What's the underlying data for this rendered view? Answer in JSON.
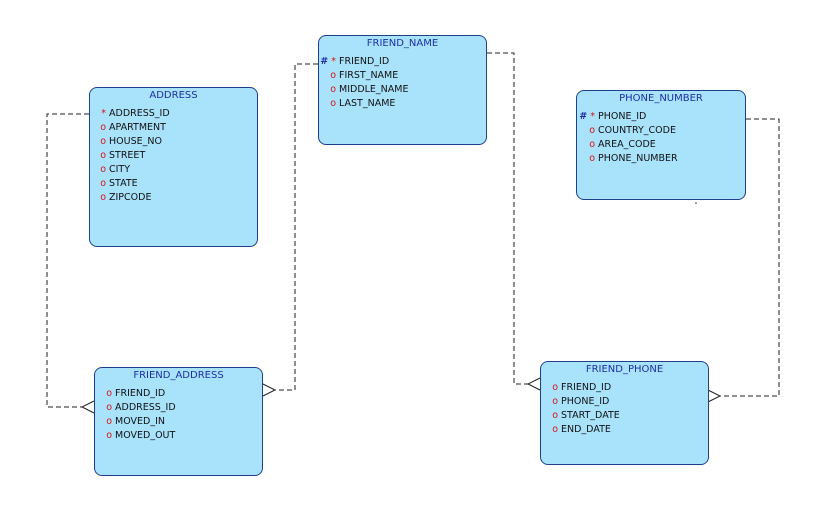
{
  "entities": [
    {
      "id": "address",
      "title": "ADDRESS",
      "attributes": [
        {
          "prefix": "*",
          "name": "ADDRESS_ID"
        },
        {
          "prefix": "o",
          "name": "APARTMENT"
        },
        {
          "prefix": "o",
          "name": "HOUSE_NO"
        },
        {
          "prefix": "o",
          "name": "STREET"
        },
        {
          "prefix": "o",
          "name": "CITY"
        },
        {
          "prefix": "o",
          "name": "STATE"
        },
        {
          "prefix": "o",
          "name": "ZIPCODE"
        }
      ]
    },
    {
      "id": "friend-name",
      "title": "FRIEND_NAME",
      "attributes": [
        {
          "prefix": "# *",
          "name": "FRIEND_ID"
        },
        {
          "prefix": "o",
          "name": "FIRST_NAME"
        },
        {
          "prefix": "o",
          "name": "MIDDLE_NAME"
        },
        {
          "prefix": "o",
          "name": "LAST_NAME"
        }
      ]
    },
    {
      "id": "phone-number",
      "title": "PHONE_NUMBER",
      "attributes": [
        {
          "prefix": "# *",
          "name": "PHONE_ID"
        },
        {
          "prefix": "o",
          "name": "COUNTRY_CODE"
        },
        {
          "prefix": "o",
          "name": "AREA_CODE"
        },
        {
          "prefix": "o",
          "name": "PHONE_NUMBER"
        }
      ]
    },
    {
      "id": "friend-address",
      "title": "FRIEND_ADDRESS",
      "attributes": [
        {
          "prefix": "o",
          "name": "FRIEND_ID"
        },
        {
          "prefix": "o",
          "name": "ADDRESS_ID"
        },
        {
          "prefix": "o",
          "name": "MOVED_IN"
        },
        {
          "prefix": "o",
          "name": "MOVED_OUT"
        }
      ]
    },
    {
      "id": "friend-phone",
      "title": "FRIEND_PHONE",
      "attributes": [
        {
          "prefix": "o",
          "name": "FRIEND_ID"
        },
        {
          "prefix": "o",
          "name": "PHONE_ID"
        },
        {
          "prefix": "o",
          "name": "START_DATE"
        },
        {
          "prefix": "o",
          "name": "END_DATE"
        }
      ]
    }
  ],
  "relationships": [
    {
      "from": "address",
      "to": "friend-address",
      "cardinality": "one-to-many",
      "line_style": "dashed"
    },
    {
      "from": "friend-name",
      "to": "friend-address",
      "cardinality": "one-to-many",
      "line_style": "dashed"
    },
    {
      "from": "friend-name",
      "to": "friend-phone",
      "cardinality": "one-to-many",
      "line_style": "dashed"
    },
    {
      "from": "phone-number",
      "to": "friend-phone",
      "cardinality": "one-to-many",
      "line_style": "dashed"
    }
  ],
  "colors": {
    "entity_fill": "#a9e3fb",
    "entity_border": "#1f3f8f",
    "title": "#1c2fa8",
    "mandatory_marker": "#dd1111",
    "line": "#222222"
  }
}
